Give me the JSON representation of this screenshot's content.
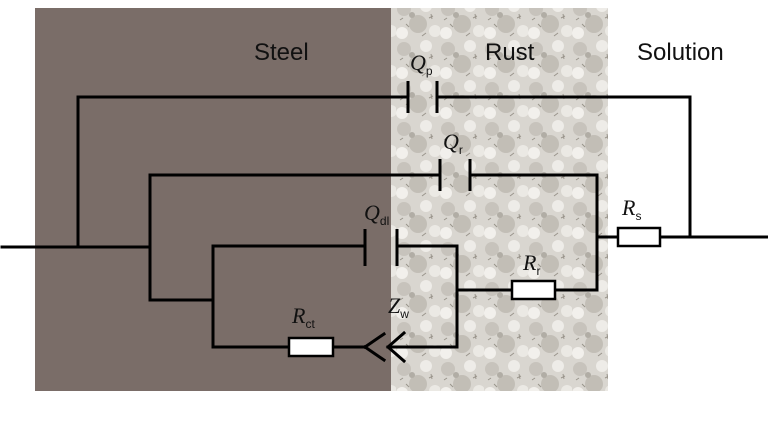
{
  "regions": {
    "steel": "Steel",
    "rust": "Rust",
    "solution": "Solution"
  },
  "components": {
    "Qp": {
      "main": "Q",
      "sub": "p"
    },
    "Qr": {
      "main": "Q",
      "sub": "r"
    },
    "Qdl": {
      "main": "Q",
      "sub": "dl"
    },
    "Rs": {
      "main": "R",
      "sub": "s"
    },
    "Rr": {
      "main": "R",
      "sub": "r"
    },
    "Rct": {
      "main": "R",
      "sub": "ct"
    },
    "Zw": {
      "main": "Z",
      "sub": "w"
    }
  },
  "colors": {
    "steel": "#7a6d68",
    "rust": "#d6d3cd",
    "solution": "#ffffff",
    "wire": "#000000"
  }
}
